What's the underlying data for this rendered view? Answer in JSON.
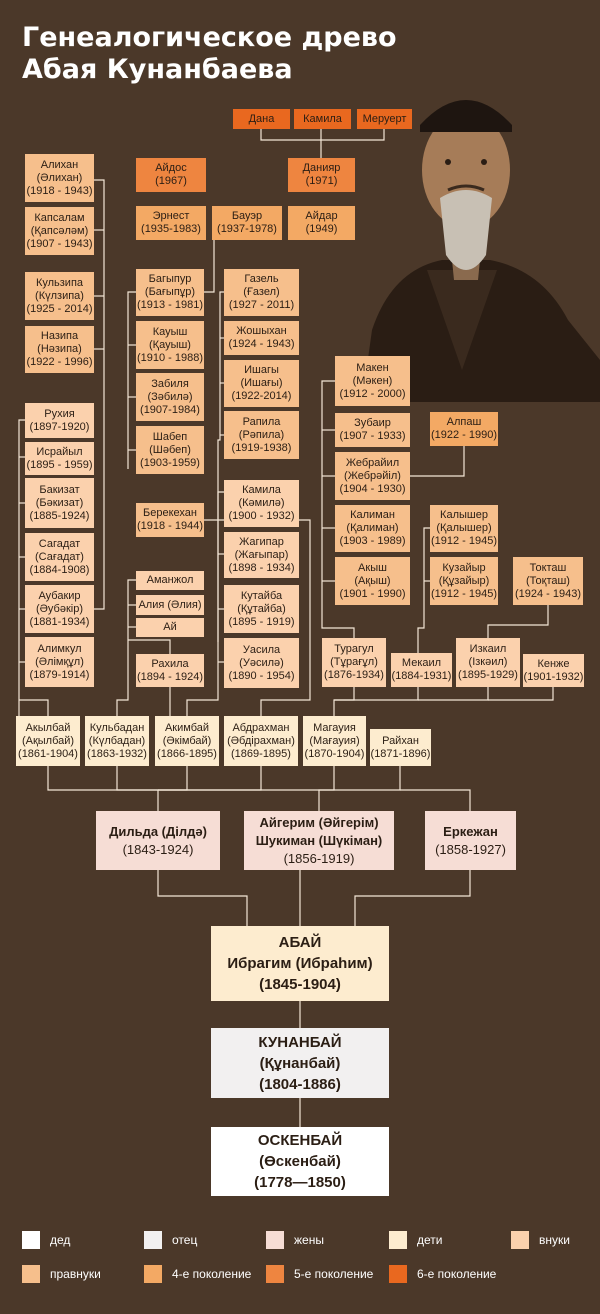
{
  "title": {
    "line1": "Генеалогическое древо",
    "line2": "Абая Кунанбаева"
  },
  "colors": {
    "background": "#4b3829",
    "line": "#f3e6d6",
    "ded": "#ffffff",
    "otec": "#f2f0f0",
    "zheny": "#f6ddd5",
    "deti": "#fdeccf",
    "vnuki": "#fbd1ad",
    "pravnuki": "#f6bf8c",
    "gen4": "#f3a964",
    "gen5": "#ee8540",
    "gen6": "#e9681f"
  },
  "legend": [
    {
      "label": "дед",
      "color": "#ffffff"
    },
    {
      "label": "отец",
      "color": "#f2f0f0"
    },
    {
      "label": "жены",
      "color": "#f6ddd5"
    },
    {
      "label": "дети",
      "color": "#fdeccf"
    },
    {
      "label": "внуки",
      "color": "#fbd1ad"
    },
    {
      "label": "правнуки",
      "color": "#f6bf8c"
    },
    {
      "label": "4-е поколение",
      "color": "#f3a964"
    },
    {
      "label": "5-е поколение",
      "color": "#ee8540"
    },
    {
      "label": "6-е поколение",
      "color": "#e9681f"
    }
  ],
  "ancestors": {
    "grandfather": {
      "name": "ОСКЕНБАЙ\n(Өскенбай)",
      "years": "(1778—1850)"
    },
    "father": {
      "name": "КУНАНБАЙ\n(Құнанбай)",
      "years": "(1804-1886)"
    },
    "abai": {
      "name": "АБАЙ\nИбрагим (Ибраһим)",
      "years": "(1845-1904)"
    }
  },
  "wives": [
    {
      "name": "Дильда (Ділдә)",
      "years": "(1843-1924)"
    },
    {
      "name": "Айгерим (Әйгерім)\nШукиман (Шүкіман)",
      "years": "(1856-1919)"
    },
    {
      "name": "Еркежан",
      "years": "(1858-1927)"
    }
  ],
  "children": [
    {
      "name": "Акылбай\n(Ақылбай)",
      "years": "(1861-1904)"
    },
    {
      "name": "Кульбадан\n(Күлбадан)",
      "years": "(1863-1932)"
    },
    {
      "name": "Акимбай\n(Әкімбай)",
      "years": "(1866-1895)"
    },
    {
      "name": "Абдрахман\n(Әбдірахман)",
      "years": "(1869-1895)"
    },
    {
      "name": "Магауия\n(Мағауия)",
      "years": "(1870-1904)"
    },
    {
      "name": "Райхан",
      "years": "(1871-1896)"
    }
  ],
  "grandchildren": [
    {
      "name": "Рухия",
      "years": "(1897-1920)"
    },
    {
      "name": "Исрайыл",
      "years": "(1895 - 1959)"
    },
    {
      "name": "Бакизат\n(Бәкизат)",
      "years": "(1885-1924)"
    },
    {
      "name": "Сагадат\n(Сағадат)",
      "years": "(1884-1908)"
    },
    {
      "name": "Аубакир\n(Әубәкір)",
      "years": "(1881-1934)"
    },
    {
      "name": "Алимкул\n(Әлімқұл)",
      "years": "(1879-1914)"
    },
    {
      "name": "Аманжол",
      "years": ""
    },
    {
      "name": "Алия (Әлия)",
      "years": ""
    },
    {
      "name": "Ай",
      "years": ""
    },
    {
      "name": "Рахила",
      "years": "(1894 - 1924)"
    },
    {
      "name": "Камила\n(Кәмилә)",
      "years": "(1900 - 1932)"
    },
    {
      "name": "Жагипар\n(Жағыпар)",
      "years": "(1898 - 1934)"
    },
    {
      "name": "Кутайба\n(Құтайба)",
      "years": "(1895 - 1919)"
    },
    {
      "name": "Уасила\n(Уәсилә)",
      "years": "(1890 - 1954)"
    },
    {
      "name": "Турагул\n(Тұрағұл)",
      "years": "(1876-1934)"
    },
    {
      "name": "Мекаил",
      "years": "(1884-1931)"
    },
    {
      "name": "Изкаил\n(Ізкәил)",
      "years": "(1895-1929)"
    },
    {
      "name": "Кенже",
      "years": "(1901-1932)"
    }
  ],
  "great_grandchildren": [
    {
      "name": "Алихан\n(Әлихан)",
      "years": "(1918 - 1943)"
    },
    {
      "name": "Капсалам\n(Қапсәләм)",
      "years": "(1907 - 1943)"
    },
    {
      "name": "Кульзипа\n(Күлзипа)",
      "years": "(1925 - 2014)"
    },
    {
      "name": "Назипа\n(Нәзипа)",
      "years": "(1922 - 1996)"
    },
    {
      "name": "Багыпур\n(Бағыпұр)",
      "years": "(1913 - 1981)"
    },
    {
      "name": "Кауыш\n(Қауыш)",
      "years": "(1910 - 1988)"
    },
    {
      "name": "Забиля\n(Зәбилә)",
      "years": "(1907-1984)"
    },
    {
      "name": "Шабеп\n(Шәбеп)",
      "years": "(1903-1959)"
    },
    {
      "name": "Газель\n(Ғазел)",
      "years": "(1927 - 2011)"
    },
    {
      "name": "Жошыхан",
      "years": "(1924 - 1943)"
    },
    {
      "name": "Ишагы\n(Ишағы)",
      "years": "(1922-2014)"
    },
    {
      "name": "Рапила\n(Рәпила)",
      "years": "(1919-1938)"
    },
    {
      "name": "Берекехан",
      "years": "(1918 - 1944)"
    },
    {
      "name": "Макен\n(Мәкен)",
      "years": "(1912 - 2000)"
    },
    {
      "name": "Зубаир",
      "years": "(1907 - 1933)"
    },
    {
      "name": "Жебрайил\n(Жебрәйіл)",
      "years": "(1904 - 1930)"
    },
    {
      "name": "Калиман\n(Қалиман)",
      "years": "(1903 - 1989)"
    },
    {
      "name": "Акыш\n(Ақыш)",
      "years": "(1901 - 1990)"
    },
    {
      "name": "Калышер\n(Қалышер)",
      "years": "(1912 - 1945)"
    },
    {
      "name": "Кузайыр\n(Құзайыр)",
      "years": "(1912 - 1945)"
    },
    {
      "name": "Токташ\n(Тоқташ)",
      "years": "(1924 - 1943)"
    }
  ],
  "generation4": [
    {
      "name": "Эрнест",
      "years": "(1935-1983)"
    },
    {
      "name": "Бауэр",
      "years": "(1937-1978)"
    },
    {
      "name": "Айдар",
      "years": "(1949)"
    },
    {
      "name": "Алпаш",
      "years": "(1922 - 1990)"
    }
  ],
  "generation5": [
    {
      "name": "Айдос",
      "years": "(1967)"
    },
    {
      "name": "Данияр",
      "years": "(1971)"
    }
  ],
  "generation6": [
    {
      "name": "Дана",
      "years": ""
    },
    {
      "name": "Камила",
      "years": ""
    },
    {
      "name": "Меруерт",
      "years": ""
    }
  ]
}
